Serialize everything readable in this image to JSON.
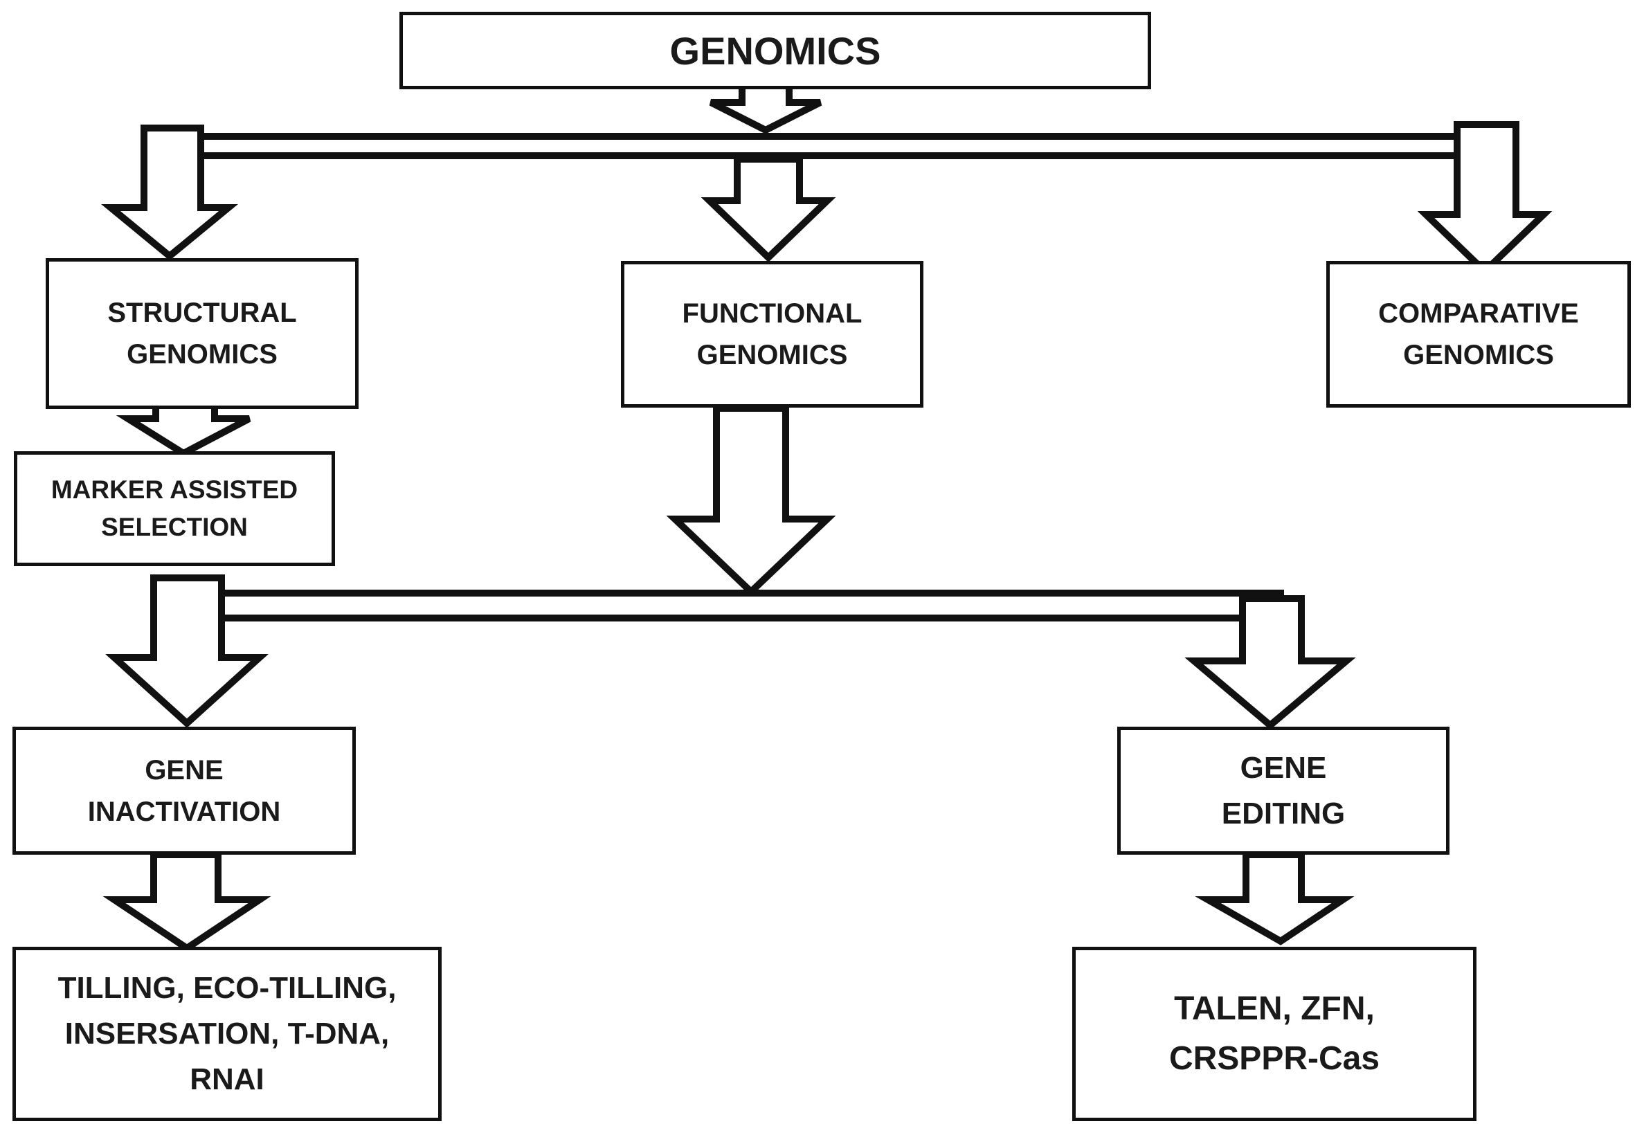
{
  "diagram": {
    "nodes": {
      "genomics": {
        "label": "GENOMICS"
      },
      "structural": {
        "label": "STRUCTURAL\nGENOMICS"
      },
      "functional": {
        "label": "FUNCTIONAL\nGENOMICS"
      },
      "comparative": {
        "label": "COMPARATIVE\nGENOMICS"
      },
      "marker_assisted": {
        "label": "MARKER ASSISTED\nSELECTION"
      },
      "gene_inactivation": {
        "label": "GENE\nINACTIVATION"
      },
      "gene_editing": {
        "label": "GENE\nEDITING"
      },
      "inactivation_methods": {
        "label": "TILLING, ECO-TILLING,\nINSERSATION, T-DNA,\nRNAI"
      },
      "editing_methods": {
        "label": "TALEN, ZFN,\nCRSPPR-Cas"
      }
    },
    "edges": [
      {
        "from": "genomics",
        "to": "structural"
      },
      {
        "from": "genomics",
        "to": "functional"
      },
      {
        "from": "genomics",
        "to": "comparative"
      },
      {
        "from": "structural",
        "to": "marker_assisted"
      },
      {
        "from": "functional",
        "to": "gene_inactivation"
      },
      {
        "from": "functional",
        "to": "gene_editing"
      },
      {
        "from": "gene_inactivation",
        "to": "inactivation_methods"
      },
      {
        "from": "gene_editing",
        "to": "editing_methods"
      }
    ]
  }
}
